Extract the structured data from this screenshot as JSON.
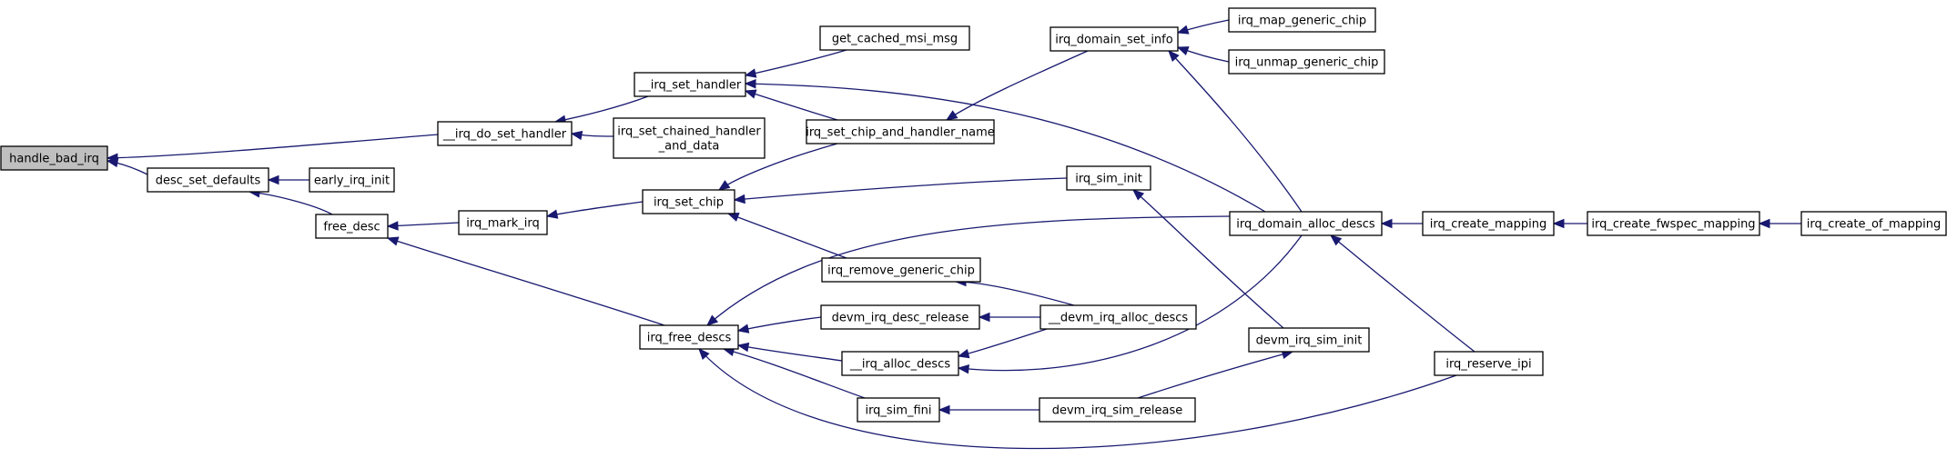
{
  "diagram": {
    "nodes": [
      {
        "id": "handle_bad_irq",
        "lines": [
          "handle_bad_irq"
        ],
        "highlight": true
      },
      {
        "id": "irq_do_set_handler",
        "lines": [
          "__irq_do_set_handler"
        ]
      },
      {
        "id": "desc_set_defaults",
        "lines": [
          "desc_set_defaults"
        ]
      },
      {
        "id": "irq_set_handler",
        "lines": [
          "__irq_set_handler"
        ]
      },
      {
        "id": "irq_set_chained_handler_and_data",
        "lines": [
          "irq_set_chained_handler",
          "_and_data"
        ]
      },
      {
        "id": "early_irq_init",
        "lines": [
          "early_irq_init"
        ]
      },
      {
        "id": "free_desc",
        "lines": [
          "free_desc"
        ]
      },
      {
        "id": "get_cached_msi_msg",
        "lines": [
          "get_cached_msi_msg"
        ]
      },
      {
        "id": "irq_set_chip_and_handler_name",
        "lines": [
          "irq_set_chip_and_handler_name"
        ]
      },
      {
        "id": "irq_mark_irq",
        "lines": [
          "irq_mark_irq"
        ]
      },
      {
        "id": "irq_set_chip",
        "lines": [
          "irq_set_chip"
        ]
      },
      {
        "id": "irq_domain_set_info",
        "lines": [
          "irq_domain_set_info"
        ]
      },
      {
        "id": "irq_map_generic_chip",
        "lines": [
          "irq_map_generic_chip"
        ]
      },
      {
        "id": "irq_unmap_generic_chip",
        "lines": [
          "irq_unmap_generic_chip"
        ]
      },
      {
        "id": "irq_sim_init",
        "lines": [
          "irq_sim_init"
        ]
      },
      {
        "id": "irq_remove_generic_chip",
        "lines": [
          "irq_remove_generic_chip"
        ]
      },
      {
        "id": "irq_free_descs",
        "lines": [
          "irq_free_descs"
        ]
      },
      {
        "id": "devm_irq_desc_release",
        "lines": [
          "devm_irq_desc_release"
        ]
      },
      {
        "id": "irq_alloc_descs",
        "lines": [
          "__irq_alloc_descs"
        ]
      },
      {
        "id": "irq_sim_fini",
        "lines": [
          "irq_sim_fini"
        ]
      },
      {
        "id": "devm_irq_alloc_descs",
        "lines": [
          "__devm_irq_alloc_descs"
        ]
      },
      {
        "id": "devm_irq_sim_release",
        "lines": [
          "devm_irq_sim_release"
        ]
      },
      {
        "id": "irq_domain_alloc_descs",
        "lines": [
          "irq_domain_alloc_descs"
        ]
      },
      {
        "id": "devm_irq_sim_init",
        "lines": [
          "devm_irq_sim_init"
        ]
      },
      {
        "id": "irq_create_mapping",
        "lines": [
          "irq_create_mapping"
        ]
      },
      {
        "id": "irq_reserve_ipi",
        "lines": [
          "irq_reserve_ipi"
        ]
      },
      {
        "id": "irq_create_fwspec_mapping",
        "lines": [
          "irq_create_fwspec_mapping"
        ]
      },
      {
        "id": "irq_create_of_mapping",
        "lines": [
          "irq_create_of_mapping"
        ]
      }
    ],
    "edges": [
      {
        "from": "irq_do_set_handler",
        "to": "handle_bad_irq"
      },
      {
        "from": "desc_set_defaults",
        "to": "handle_bad_irq"
      },
      {
        "from": "irq_set_handler",
        "to": "irq_do_set_handler"
      },
      {
        "from": "irq_set_chained_handler_and_data",
        "to": "irq_do_set_handler"
      },
      {
        "from": "early_irq_init",
        "to": "desc_set_defaults"
      },
      {
        "from": "free_desc",
        "to": "desc_set_defaults"
      },
      {
        "from": "get_cached_msi_msg",
        "to": "irq_set_handler"
      },
      {
        "from": "irq_set_chip_and_handler_name",
        "to": "irq_set_handler"
      },
      {
        "from": "irq_domain_alloc_descs",
        "to": "irq_set_handler"
      },
      {
        "from": "irq_domain_set_info",
        "to": "irq_set_chip_and_handler_name"
      },
      {
        "from": "irq_map_generic_chip",
        "to": "irq_domain_set_info"
      },
      {
        "from": "irq_unmap_generic_chip",
        "to": "irq_domain_set_info"
      },
      {
        "from": "irq_domain_alloc_descs",
        "to": "irq_domain_set_info"
      },
      {
        "from": "irq_mark_irq",
        "to": "free_desc"
      },
      {
        "from": "irq_free_descs",
        "to": "free_desc"
      },
      {
        "from": "irq_set_chip",
        "to": "irq_mark_irq"
      },
      {
        "from": "irq_set_chip_and_handler_name",
        "to": "irq_set_chip"
      },
      {
        "from": "irq_sim_init",
        "to": "irq_set_chip"
      },
      {
        "from": "irq_remove_generic_chip",
        "to": "irq_set_chip"
      },
      {
        "from": "devm_irq_sim_init",
        "to": "irq_sim_init"
      },
      {
        "from": "irq_domain_alloc_descs",
        "to": "irq_free_descs"
      },
      {
        "from": "devm_irq_desc_release",
        "to": "irq_free_descs"
      },
      {
        "from": "irq_alloc_descs",
        "to": "irq_free_descs"
      },
      {
        "from": "irq_sim_fini",
        "to": "irq_free_descs"
      },
      {
        "from": "irq_reserve_ipi",
        "to": "irq_free_descs"
      },
      {
        "from": "devm_irq_alloc_descs",
        "to": "irq_remove_generic_chip"
      },
      {
        "from": "devm_irq_alloc_descs",
        "to": "devm_irq_desc_release"
      },
      {
        "from": "devm_irq_alloc_descs",
        "to": "irq_alloc_descs"
      },
      {
        "from": "irq_domain_alloc_descs",
        "to": "irq_alloc_descs"
      },
      {
        "from": "devm_irq_sim_release",
        "to": "irq_sim_fini"
      },
      {
        "from": "devm_irq_sim_release",
        "to": "devm_irq_sim_init"
      },
      {
        "from": "irq_create_mapping",
        "to": "irq_domain_alloc_descs"
      },
      {
        "from": "irq_reserve_ipi",
        "to": "irq_domain_alloc_descs"
      },
      {
        "from": "irq_create_fwspec_mapping",
        "to": "irq_create_mapping"
      },
      {
        "from": "irq_create_of_mapping",
        "to": "irq_create_fwspec_mapping"
      }
    ]
  },
  "colors": {
    "edge": "#191970",
    "node_border": "#000000",
    "node_fill": "#ffffff",
    "highlight_fill": "#bfbfbf"
  }
}
